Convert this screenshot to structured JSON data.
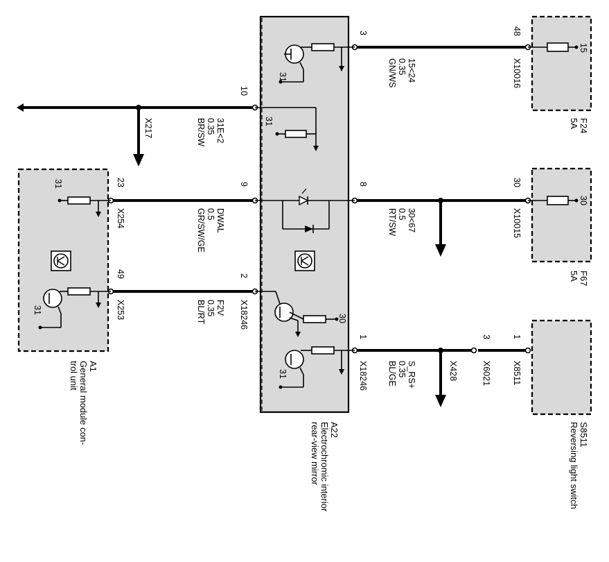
{
  "components": {
    "a1": {
      "id": "A1",
      "name_line1": "General module con-",
      "name_line2": "trol unit"
    },
    "a22": {
      "id": "A22",
      "name_line1": "Electrochromic interior",
      "name_line2": "rear-view mirror"
    },
    "f24": {
      "id": "F24",
      "rating": "5A",
      "pin": "15"
    },
    "f67": {
      "id": "F67",
      "rating": "5A",
      "pin": "30"
    },
    "s8511": {
      "id": "S8511",
      "name": "Reversing light switch"
    }
  },
  "ground_labels": {
    "a22_top": "31",
    "a22_mid": "31",
    "a22_bottom": "31",
    "a22_supply": "30",
    "a1_top": "31",
    "a1_bottom": "31"
  },
  "connectors": {
    "x217": "X217",
    "x254": "X254",
    "x253": "X253",
    "x18246_top": "X18246",
    "x18246_bottom": "X18246",
    "x10016": "X10016",
    "x10015": "X10015",
    "x428": "X428",
    "x6021": "X6021",
    "x8511": "X8511"
  },
  "pins": {
    "a22_p3": "3",
    "a22_p10": "10",
    "a22_p9": "9",
    "a22_p8": "8",
    "a22_p2": "2",
    "a22_p1": "1",
    "a1_p23": "23",
    "a1_p49": "49",
    "f24_p48": "48",
    "f67_p30": "30",
    "x6021_p3": "3",
    "s8511_p1": "1"
  },
  "wires": {
    "w3": {
      "signal": "15<24",
      "size": "0.35",
      "color": "GN/WS"
    },
    "w10": {
      "signal": "31E<2",
      "size": "0.35",
      "color": "BR/SW"
    },
    "w9": {
      "signal": "DWAL",
      "size": "0.5",
      "color": "GR/SW/GE"
    },
    "w8": {
      "signal": "30<67",
      "size": "0.5",
      "color": "RT/SW"
    },
    "w2": {
      "signal": "F2V",
      "size": "0.35",
      "color": "BL/RT"
    },
    "w1": {
      "signal": "S_RS+",
      "size": "0.35",
      "color": "BL/GE"
    }
  }
}
